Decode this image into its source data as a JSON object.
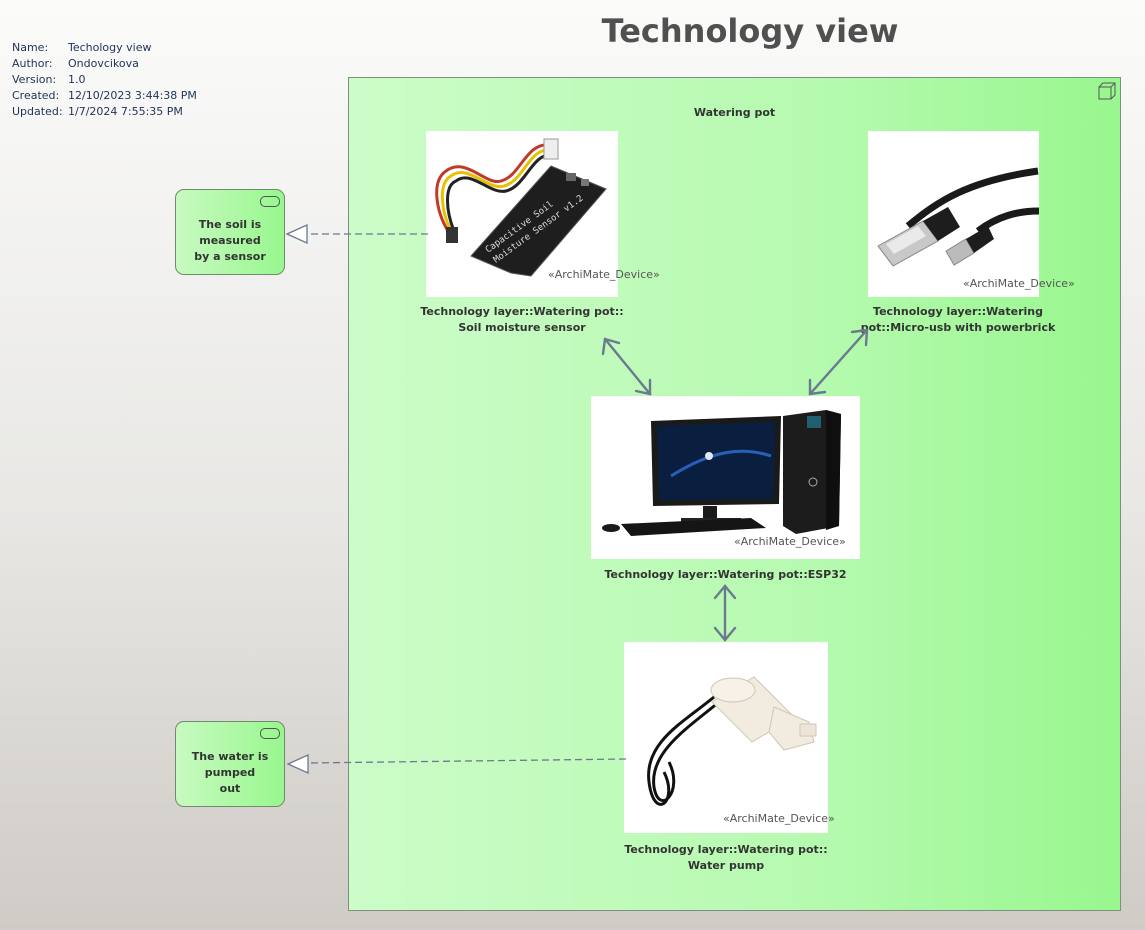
{
  "meta": {
    "name_label": "Name:",
    "name_value": "Techology view",
    "author_label": "Author:",
    "author_value": "Ondovcikova",
    "version_label": "Version:",
    "version_value": "1.0",
    "created_label": "Created:",
    "created_value": "12/10/2023 3:44:38 PM",
    "updated_label": "Updated:",
    "updated_value": "1/7/2024 7:55:35 PM"
  },
  "title": "Technology view",
  "group": {
    "label": "Watering pot"
  },
  "devices": {
    "sensor": {
      "stereotype": "«ArchiMate_Device»",
      "caption_line1": "Technology layer::Watering pot::",
      "caption_line2": "Soil moisture sensor",
      "sensor_text_line1": "Capacitive Soil",
      "sensor_text_line2": "Moisture Sensor v1.2"
    },
    "usb": {
      "stereotype": "«ArchiMate_Device»",
      "caption_line1": "Technology layer::Watering",
      "caption_line2": "pot::Micro-usb with powerbrick"
    },
    "esp": {
      "stereotype": "«ArchiMate_Device»",
      "caption_line1": "Technology layer::Watering pot::ESP32"
    },
    "pump": {
      "stereotype": "«ArchiMate_Device»",
      "caption_line1": "Technology layer::Watering pot::",
      "caption_line2": "Water pump"
    }
  },
  "requirements": {
    "soil": {
      "line1": "The soil is measured",
      "line2": "by a sensor"
    },
    "water": {
      "line1": "The water is pumped",
      "line2": "out"
    }
  },
  "colors": {
    "group_fill": "#b6fab0",
    "connector": "#6b7a8f",
    "meta_text": "#1f3358"
  }
}
